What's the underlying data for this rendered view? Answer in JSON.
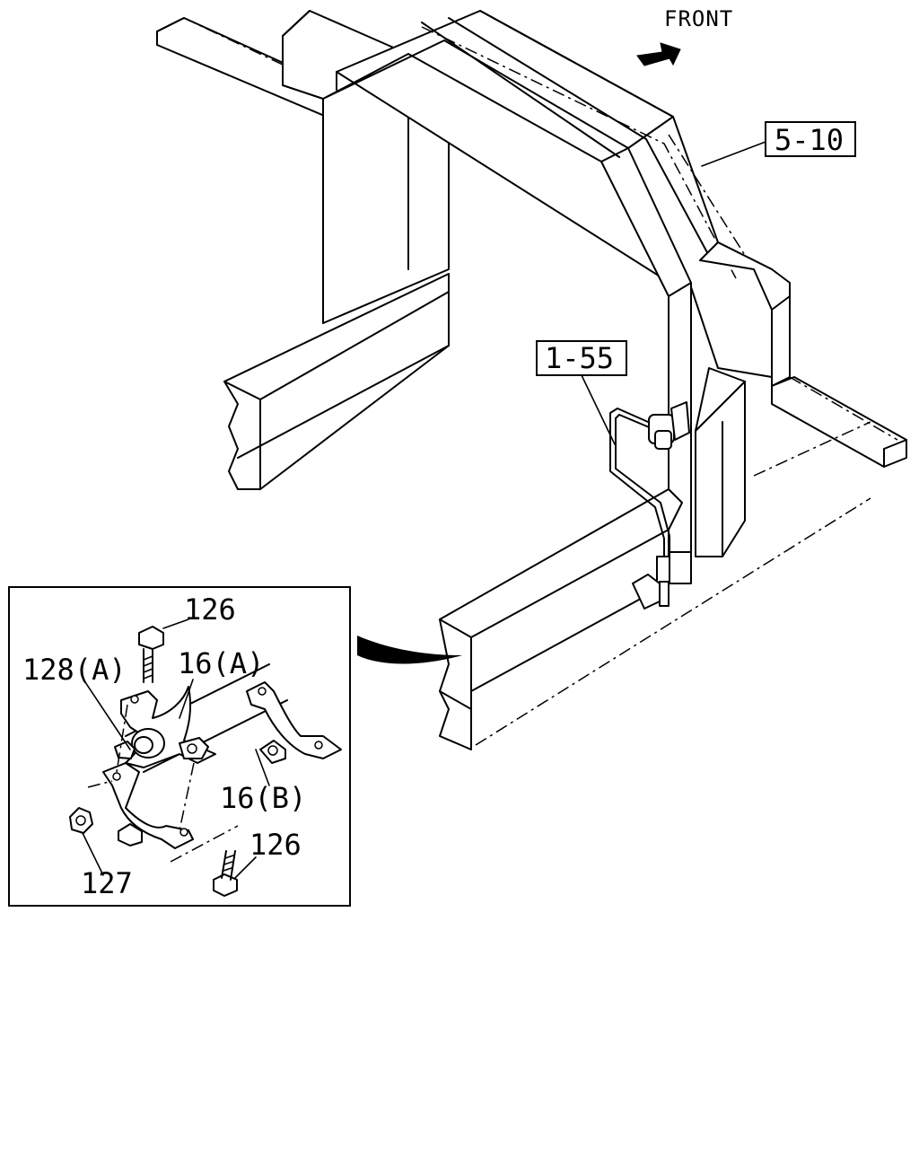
{
  "diagram": {
    "direction_label": "FRONT",
    "ref_boxes": [
      {
        "id": "ref-5-10",
        "text": "5-10"
      },
      {
        "id": "ref-1-55",
        "text": "1-55"
      }
    ],
    "callouts": {
      "bolt_top": "126",
      "stopper": "128(A)",
      "clamp_a": "16(A)",
      "clamp_b": "16(B)",
      "bolt_bottom": "126",
      "nut": "127"
    },
    "colors": {
      "line": "#000000",
      "background": "#ffffff"
    }
  }
}
